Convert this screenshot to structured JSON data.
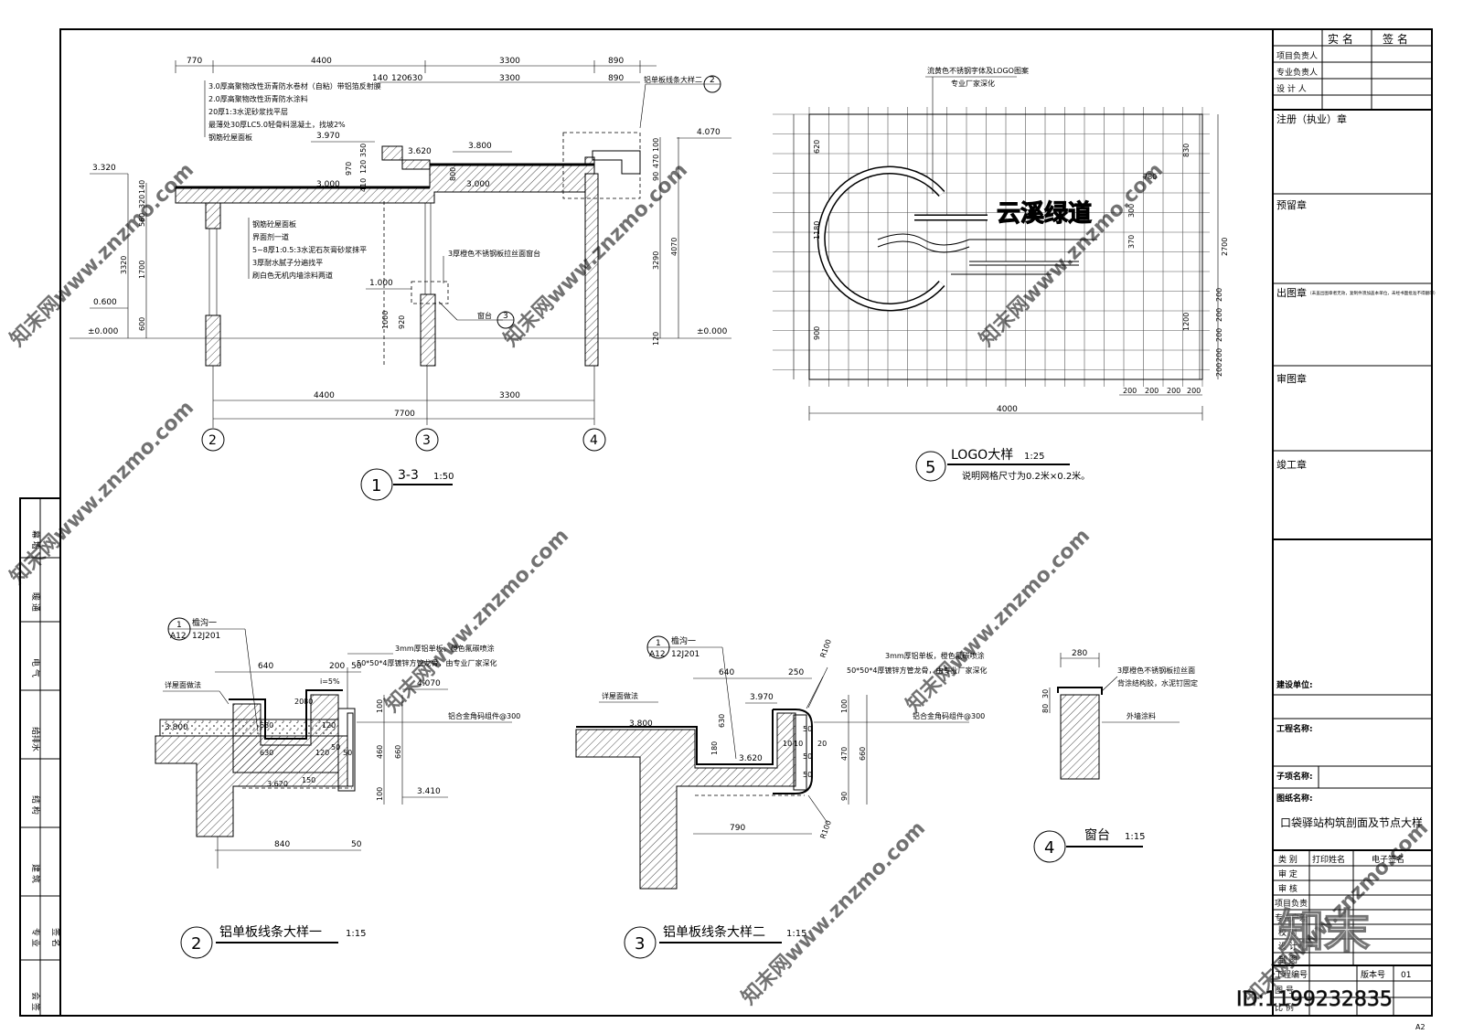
{
  "sheet": {
    "paper_size": "A2",
    "id_mark": "ID:1199232835",
    "brand_mark": "知末"
  },
  "title_block": {
    "header": {
      "col1": "实 名",
      "col2": "签 名"
    },
    "roles": [
      "项目负责人",
      "专业负责人",
      "设 计 人"
    ],
    "stamps": {
      "registered": "注册（执业）章",
      "reserved": "预留章",
      "issue": "出图章",
      "issue_note": "（未盖出图章者无效，复制件须加盖本单位，未经书面批准不得翻印）",
      "review": "审图章",
      "completion": "竣工章"
    },
    "fields": {
      "client_label": "建设单位:",
      "project_label": "工程名称:",
      "subitem_label": "子项名称:",
      "drawing_label": "图纸名称:",
      "drawing_name": "口袋驿站构筑剖面及节点大样"
    },
    "sign_table": {
      "headers": [
        "类 别",
        "打印姓名",
        "电子签名"
      ],
      "rows": [
        "审 定",
        "审 核",
        "项目负责",
        "专业户差",
        "校 对",
        "设 计",
        "制 图"
      ]
    },
    "bottom": {
      "project_no_label": "工程编号",
      "version_label": "版本号",
      "version": "01",
      "drawing_no_label": "图 号",
      "scale_label": "比 例"
    }
  },
  "left_strip": {
    "labels": [
      "幕 墙",
      "暖 通",
      "电 气",
      "给排水",
      "结 构",
      "建 筑",
      "专 业",
      "会 签"
    ],
    "sub": "签 名"
  },
  "view1": {
    "circle_no": "1",
    "title": "3-3",
    "scale": "1:50",
    "top_dims": [
      "770",
      "4400",
      "3300",
      "890"
    ],
    "top_dims2": [
      "140",
      "120",
      "630",
      "3300",
      "890"
    ],
    "bottom_dims": [
      "4400",
      "3300"
    ],
    "total": "7700",
    "axes": [
      "2",
      "3",
      "4"
    ],
    "notes_roof": [
      "3.0厚高聚物改性沥青防水卷材（自粘）带铝箔反射膜",
      "2.0厚高聚物改性沥青防水涂料",
      "20厚1:3水泥砂浆找平层",
      "最薄处30厚LC5.0轻骨料混凝土，找坡2%",
      "钢筋砼屋面板"
    ],
    "notes_wall": [
      "钢筋砼屋面板",
      "界面剂一道",
      "5~8厚1:0.5:3水泥石灰膏砂浆抹平",
      "3厚耐水腻子分遍找平",
      "刷白色无机内墙涂料两道"
    ],
    "elevations": [
      "3.320",
      "3.970",
      "3.620",
      "3.800",
      "3.000",
      "3.000",
      "4.070",
      "0.600",
      "±0.000",
      "1.000",
      "±0.000"
    ],
    "left_dims": [
      "140",
      "320",
      "560",
      "1700",
      "600",
      "3320"
    ],
    "mid_dims": [
      "410",
      "970",
      "120",
      "350",
      "800",
      "1000",
      "920"
    ],
    "right_dims": [
      "100",
      "470",
      "90",
      "3290",
      "4070",
      "120"
    ],
    "tag_line": "铝单板线条大样二",
    "tag_ref": "2",
    "window_note": "3厚橙色不锈钢板拉丝面窗台",
    "window_tag": "窗台",
    "window_ref": "3"
  },
  "view5": {
    "circle_no": "5",
    "title": "LOGO大样",
    "scale": "1:25",
    "note": "说明网格尺寸为0.2米×0.2米。",
    "callout1": "流黄色不锈钢字体及LOGO图案",
    "callout2": "专业厂家深化",
    "logo_text": "云溪绿道",
    "dims_left": [
      "620",
      "1180",
      "900"
    ],
    "dims_right": [
      "830",
      "780",
      "300",
      "370",
      "1200",
      "2700"
    ],
    "dims_right_small": [
      "200",
      "200",
      "200",
      "200",
      "200"
    ],
    "dims_bottom": [
      "200",
      "200",
      "200",
      "200"
    ],
    "width": "4000"
  },
  "view2": {
    "circle_no": "2",
    "title": "铝单板线条大样一",
    "scale": "1:15",
    "ref_top": "1",
    "ref_bottom": "A12",
    "ref_std": "12J201",
    "ref_name": "檐沟一",
    "note1": "3mm厚铝单板，橙色氟碳喷涂",
    "note2": "50*50*4厚镀锌方管龙骨，由专业厂家深化",
    "note3": "铝合金角码组件@300",
    "note4": "详屋面做法",
    "slope": "i=5%",
    "dims": [
      "640",
      "200",
      "50",
      "2080",
      "630",
      "630",
      "120",
      "50",
      "120",
      "50",
      "460",
      "660",
      "100",
      "100",
      "3.620",
      "840",
      "50",
      "150"
    ],
    "elevations": [
      "4.070",
      "3.800",
      "3.410"
    ]
  },
  "view3": {
    "circle_no": "3",
    "title": "铝单板线条大样二",
    "scale": "1:15",
    "ref_top": "1",
    "ref_bottom": "A12",
    "ref_std": "12J201",
    "ref_name": "檐沟一",
    "note1": "3mm厚铝单板，橙色氟碳喷涂",
    "note2": "50*50*4厚镀锌方管龙骨，由专业厂家深化",
    "note3": "铝合金角码组件@300",
    "note4": "详屋面做法",
    "radius1": "R100",
    "radius2": "R100",
    "dims": [
      "640",
      "250",
      "630",
      "180",
      "100",
      "470",
      "90",
      "660",
      "790",
      "10",
      "50",
      "10",
      "20",
      "50",
      "50"
    ],
    "elevations": [
      "3.970",
      "3.800",
      "3.620"
    ]
  },
  "view4": {
    "circle_no": "4",
    "title": "窗台",
    "scale": "1:15",
    "width": "280",
    "dims": [
      "30",
      "80"
    ],
    "note1": "3厚橙色不锈钢板拉丝面",
    "note2": "背涂结构胶，水泥钉固定",
    "note3": "外墙涂料"
  },
  "watermark": "知末网www.znzmo.com"
}
